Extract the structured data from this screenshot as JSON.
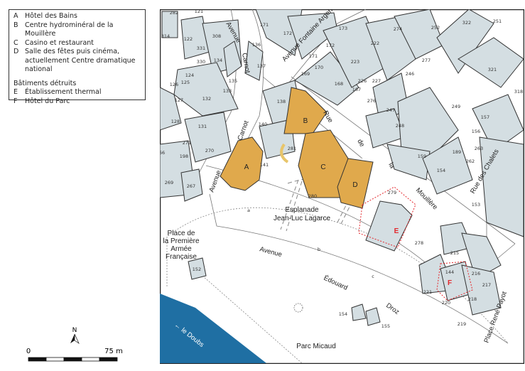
{
  "legend": {
    "items": [
      {
        "key": "A",
        "label": "Hôtel des Bains"
      },
      {
        "key": "B",
        "label": "Centre hydrominéral de la Mouillère"
      },
      {
        "key": "C",
        "label": "Casino et restaurant"
      },
      {
        "key": "D",
        "label": "Salle des fêtes puis cinéma, actuellement Centre dramatique national"
      }
    ],
    "destroyed_heading": "Bâtiments détruits",
    "destroyed_items": [
      {
        "key": "E",
        "label": "Établissement thermal"
      },
      {
        "key": "F",
        "label": "Hôtel du Parc"
      }
    ]
  },
  "north_label": "N",
  "scale": {
    "start": "0",
    "end": "75 m"
  },
  "streets": {
    "avenue_carnot_top_1": "Avenue",
    "avenue_carnot_top_2": "Carnot",
    "avenue_carnot_mid": "Carnot",
    "avenue_carnot_low": "Avenue",
    "fontaine_argent": "Avenue Fontaine Argent",
    "rue": "Rue",
    "de": "de",
    "la": "la",
    "mouillere": "Mouillère",
    "chalets": "Rue des Chalets",
    "avenue_ed": "Avenue",
    "edouard": "Édouard",
    "droz": "Droz",
    "payot": "Place René Payot"
  },
  "places": {
    "esplanade_1": "Esplanade",
    "esplanade_2": "Jean-Luc Lagarce",
    "premiere_1": "Place de",
    "premiere_2": "la Première",
    "premiere_3": "Armée",
    "premiere_4": "Française",
    "parc": "Parc Micaud",
    "doubs": "← le Doubs"
  },
  "building_letters": {
    "A": "A",
    "B": "B",
    "C": "C",
    "D": "D",
    "E": "E",
    "F": "F"
  },
  "lots": {
    "a": "a",
    "b": "b",
    "c": "c"
  },
  "parcels": [
    "282",
    "121",
    "314",
    "122",
    "308",
    "331",
    "330",
    "134",
    "124",
    "125",
    "126",
    "127",
    "132",
    "135",
    "133",
    "128",
    "131",
    "271",
    "270",
    "198",
    "269",
    "267",
    "66",
    "171",
    "172",
    "136",
    "137",
    "173",
    "172",
    "171",
    "170",
    "169",
    "168",
    "223",
    "222",
    "274",
    "252",
    "322",
    "251",
    "226",
    "227",
    "246",
    "277",
    "167",
    "321",
    "318",
    "276",
    "247",
    "249",
    "248",
    "157",
    "156",
    "263",
    "262",
    "189",
    "159",
    "154",
    "153",
    "138",
    "140",
    "281",
    "141",
    "280",
    "279",
    "278",
    "215",
    "216",
    "217",
    "144",
    "221",
    "218",
    "220",
    "219",
    "152",
    "154",
    "155"
  ],
  "colors": {
    "building": "#d4dee2",
    "historic": "#e0a94c",
    "destroyed": "#e3262b",
    "water": "#1f6fa3"
  }
}
